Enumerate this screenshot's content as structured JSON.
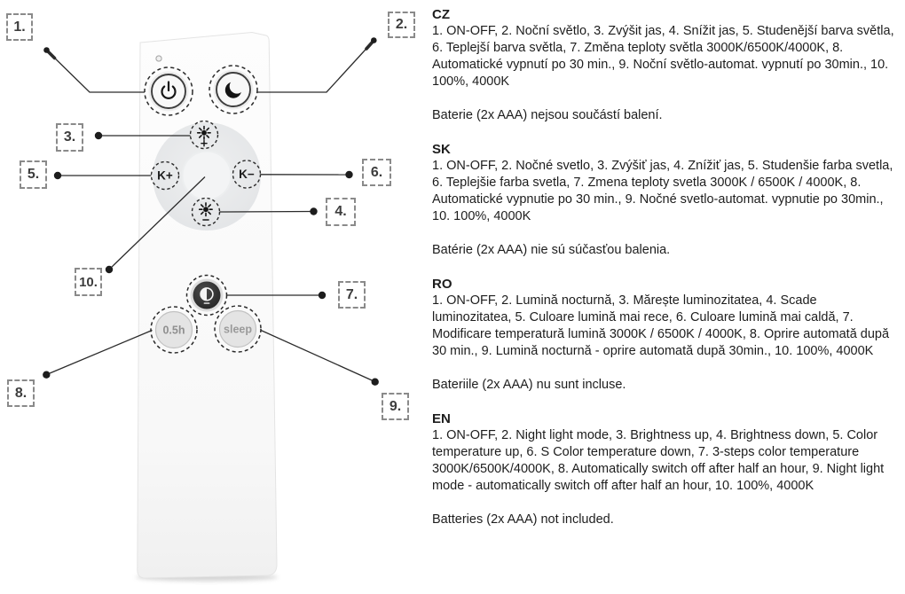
{
  "diagram": {
    "callouts": [
      {
        "num": "1."
      },
      {
        "num": "2."
      },
      {
        "num": "3."
      },
      {
        "num": "4."
      },
      {
        "num": "5."
      },
      {
        "num": "6."
      },
      {
        "num": "7."
      },
      {
        "num": "8."
      },
      {
        "num": "9."
      },
      {
        "num": "10."
      }
    ],
    "remote": {
      "button_k_plus": "K+",
      "button_k_minus": "K−",
      "button_half_hour": "0.5h",
      "button_sleep": "sleep"
    },
    "icon_names": [
      "power-icon",
      "moon-icon",
      "sun-plus-icon",
      "sun-minus-icon",
      "color-temp-icon"
    ],
    "colors": {
      "line": "#2b2b2b",
      "dashed_ring": "#2a2a2a",
      "body": "#fbfbfb",
      "pad": "#e7e9ea",
      "dark_button": "#303030"
    }
  },
  "sections": [
    {
      "code": "CZ",
      "body": "1. ON-OFF, 2. Noční světlo, 3. Zvýšit jas, 4. Snížit jas, 5. Studenější barva světla, 6. Teplejší barva světla, 7. Změna teploty světla 3000K/6500K/4000K, 8. Automatické vypnutí po 30 min., 9. Noční světlo-automat. vypnutí po 30min., 10. 100%, 4000K",
      "battery": "Baterie (2x AAA) nejsou součástí balení."
    },
    {
      "code": "SK",
      "body": "1. ON-OFF, 2. Nočné svetlo, 3. Zvýšiť jas, 4. Znížiť jas, 5. Studenšie farba svetla, 6. Teplejšie farba svetla, 7. Zmena teploty svetla 3000K / 6500K / 4000K, 8. Automatické vypnutie po 30 min., 9. Nočné svetlo-automat. vypnutie po 30min., 10. 100%, 4000K",
      "battery": "Batérie (2x AAA) nie sú súčasťou balenia."
    },
    {
      "code": "RO",
      "body": "1. ON-OFF, 2. Lumină nocturnă, 3. Mărește luminozitatea, 4. Scade luminozitatea, 5. Culoare lumină mai rece, 6. Culoare lumină mai caldă, 7. Modificare temperatură lumină 3000K / 6500K / 4000K, 8. Oprire automată după 30 min., 9. Lumină nocturnă - oprire automată după 30min., 10. 100%, 4000K",
      "battery": "Bateriile (2x AAA) nu sunt incluse."
    },
    {
      "code": "EN",
      "body": "1. ON-OFF, 2. Night light mode, 3. Brightness up, 4. Brightness down, 5. Color temperature up, 6. S Color temperature down, 7. 3-steps color temperature 3000K/6500K/4000K, 8. Automatically switch off after half an hour, 9. Night light mode - automatically switch off after half an hour, 10. 100%, 4000K",
      "battery": "Batteries (2x AAA) not included."
    }
  ]
}
